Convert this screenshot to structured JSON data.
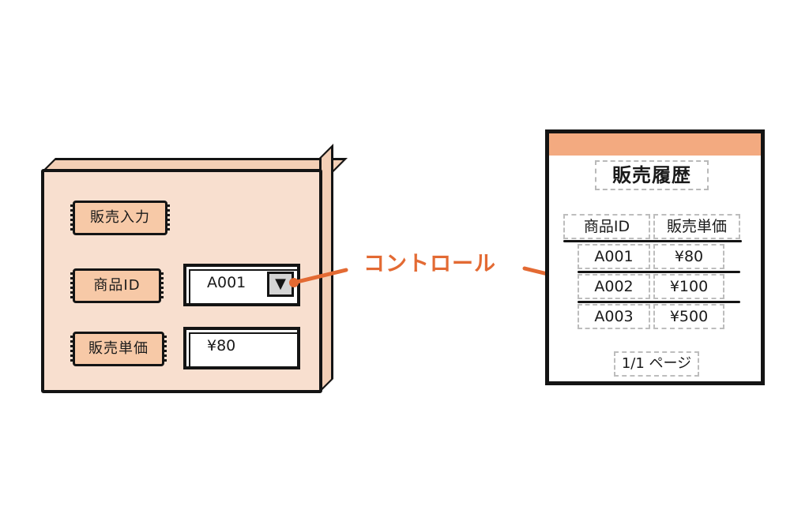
{
  "form_panel": {
    "sales_input_label": "販売入力",
    "product_id_label": "商品ID",
    "product_id_value": "A001",
    "dropdown_glyph": "▼",
    "unit_price_label": "販売単価",
    "unit_price_value": "¥80"
  },
  "connector": {
    "label": "コントロール",
    "color": "#e36a33"
  },
  "history_card": {
    "title": "販売履歴",
    "header_color": "#f3aa80",
    "columns": [
      "商品ID",
      "販売単価"
    ],
    "rows": [
      [
        "A001",
        "¥80"
      ],
      [
        "A002",
        "¥100"
      ],
      [
        "A003",
        "¥500"
      ]
    ],
    "pager": "1/1 ページ"
  },
  "colors": {
    "panel_fill": "#f8dfcf",
    "tag_fill": "#f7c9a7",
    "outline": "#141414"
  }
}
